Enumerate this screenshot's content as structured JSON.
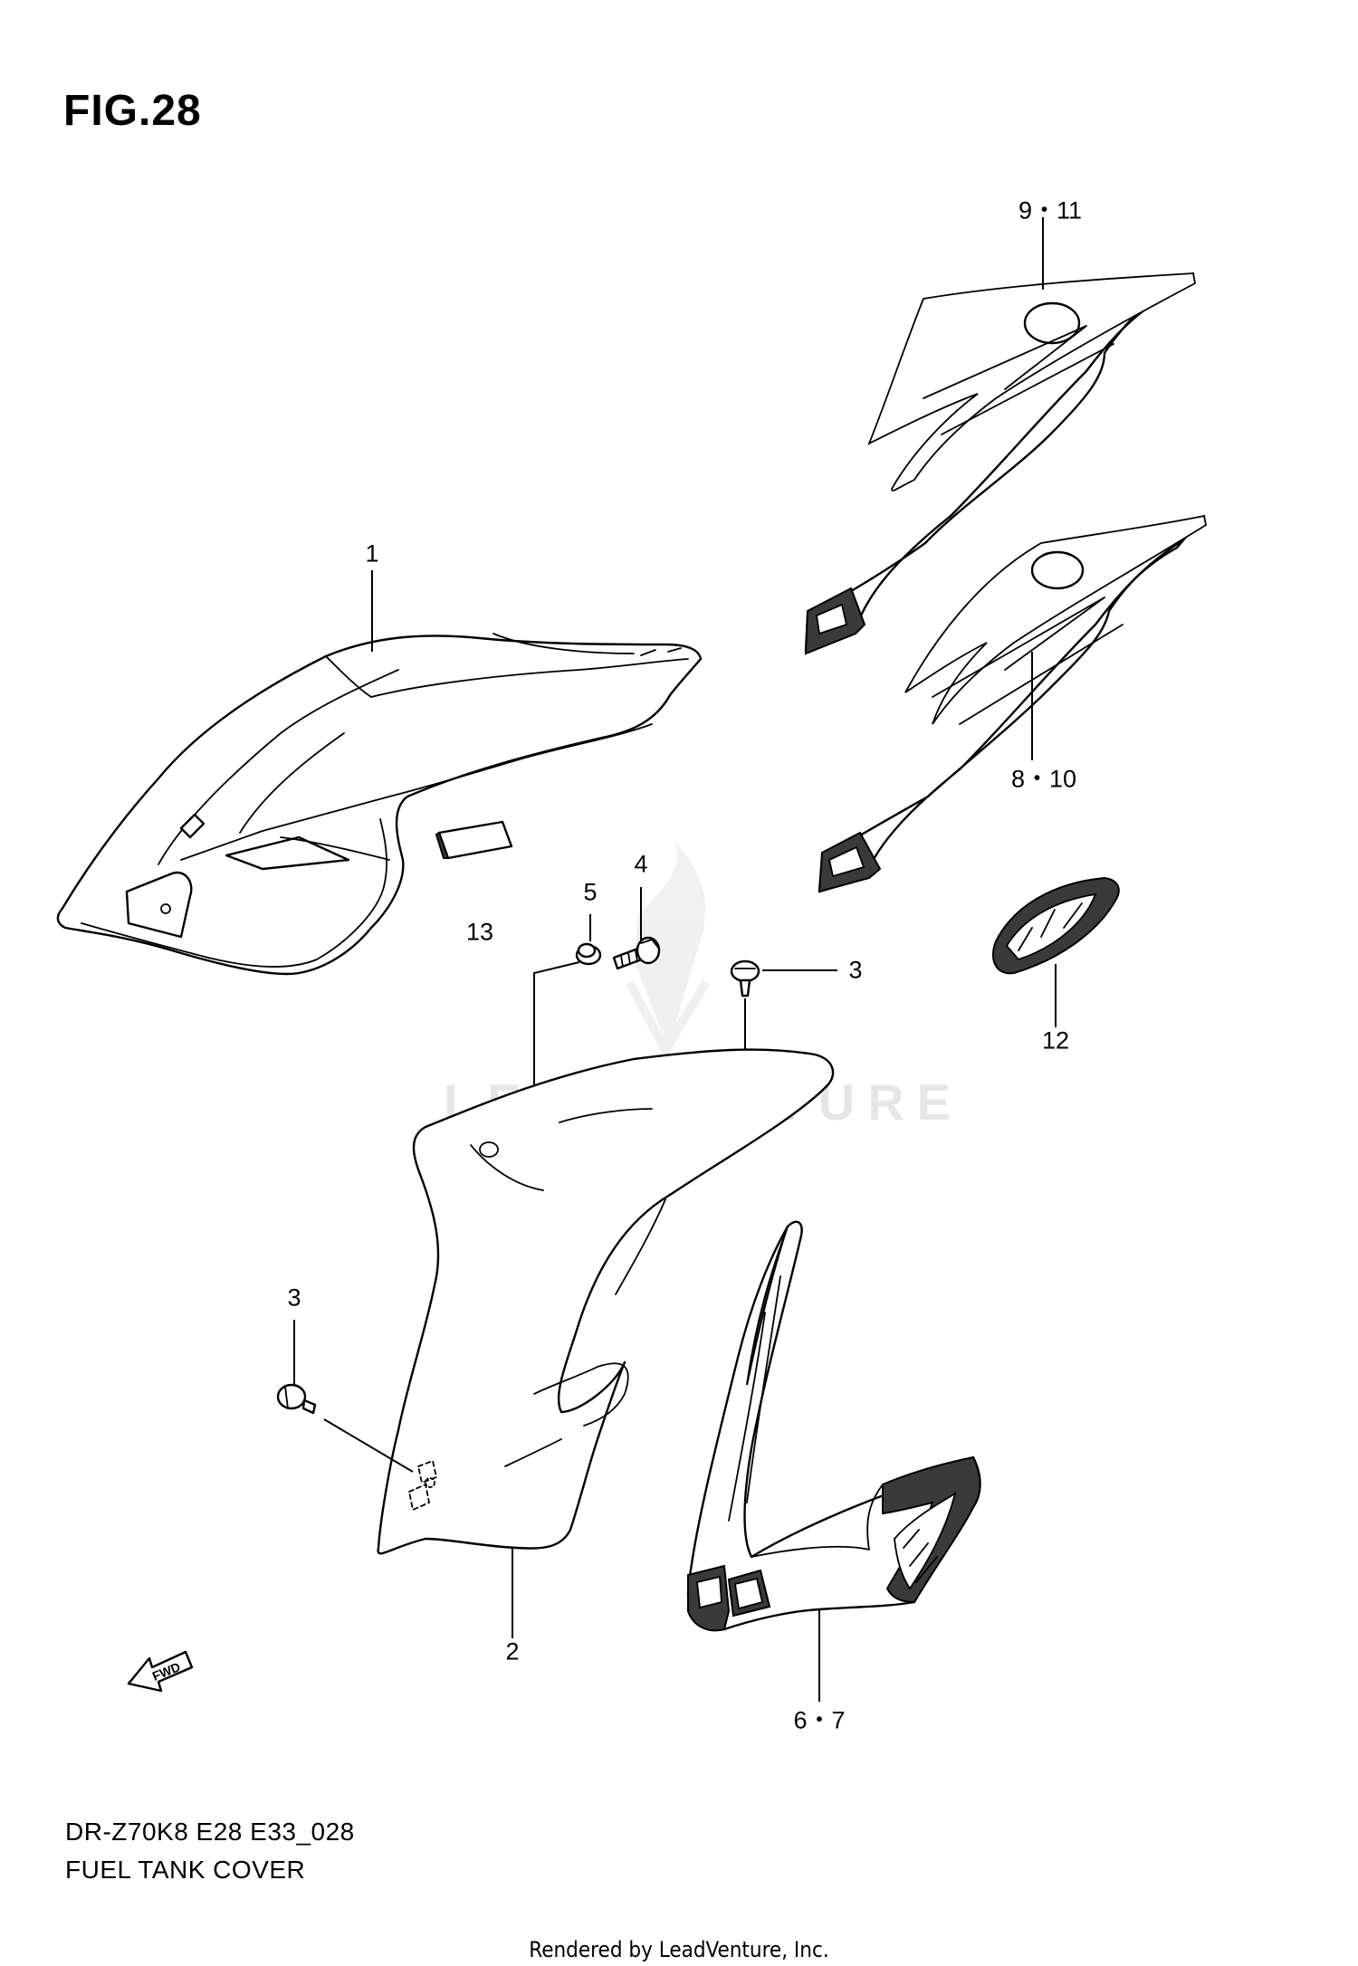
{
  "figure": {
    "title": "FIG.28"
  },
  "callouts": {
    "c1": "1",
    "c2": "2",
    "c3a": "3",
    "c3b": "3",
    "c4": "4",
    "c5": "5",
    "c6_7": "6・7",
    "c8_10": "8・10",
    "c9_11": "9・11",
    "c12": "12",
    "c13": "13"
  },
  "arrow_label": "FWD",
  "footer": {
    "model_code": "DR-Z70K8 E28 E33_028",
    "section_name": "FUEL TANK COVER"
  },
  "watermark": "LEADVENTURE",
  "rendered_by": "Rendered by LeadVenture, Inc."
}
